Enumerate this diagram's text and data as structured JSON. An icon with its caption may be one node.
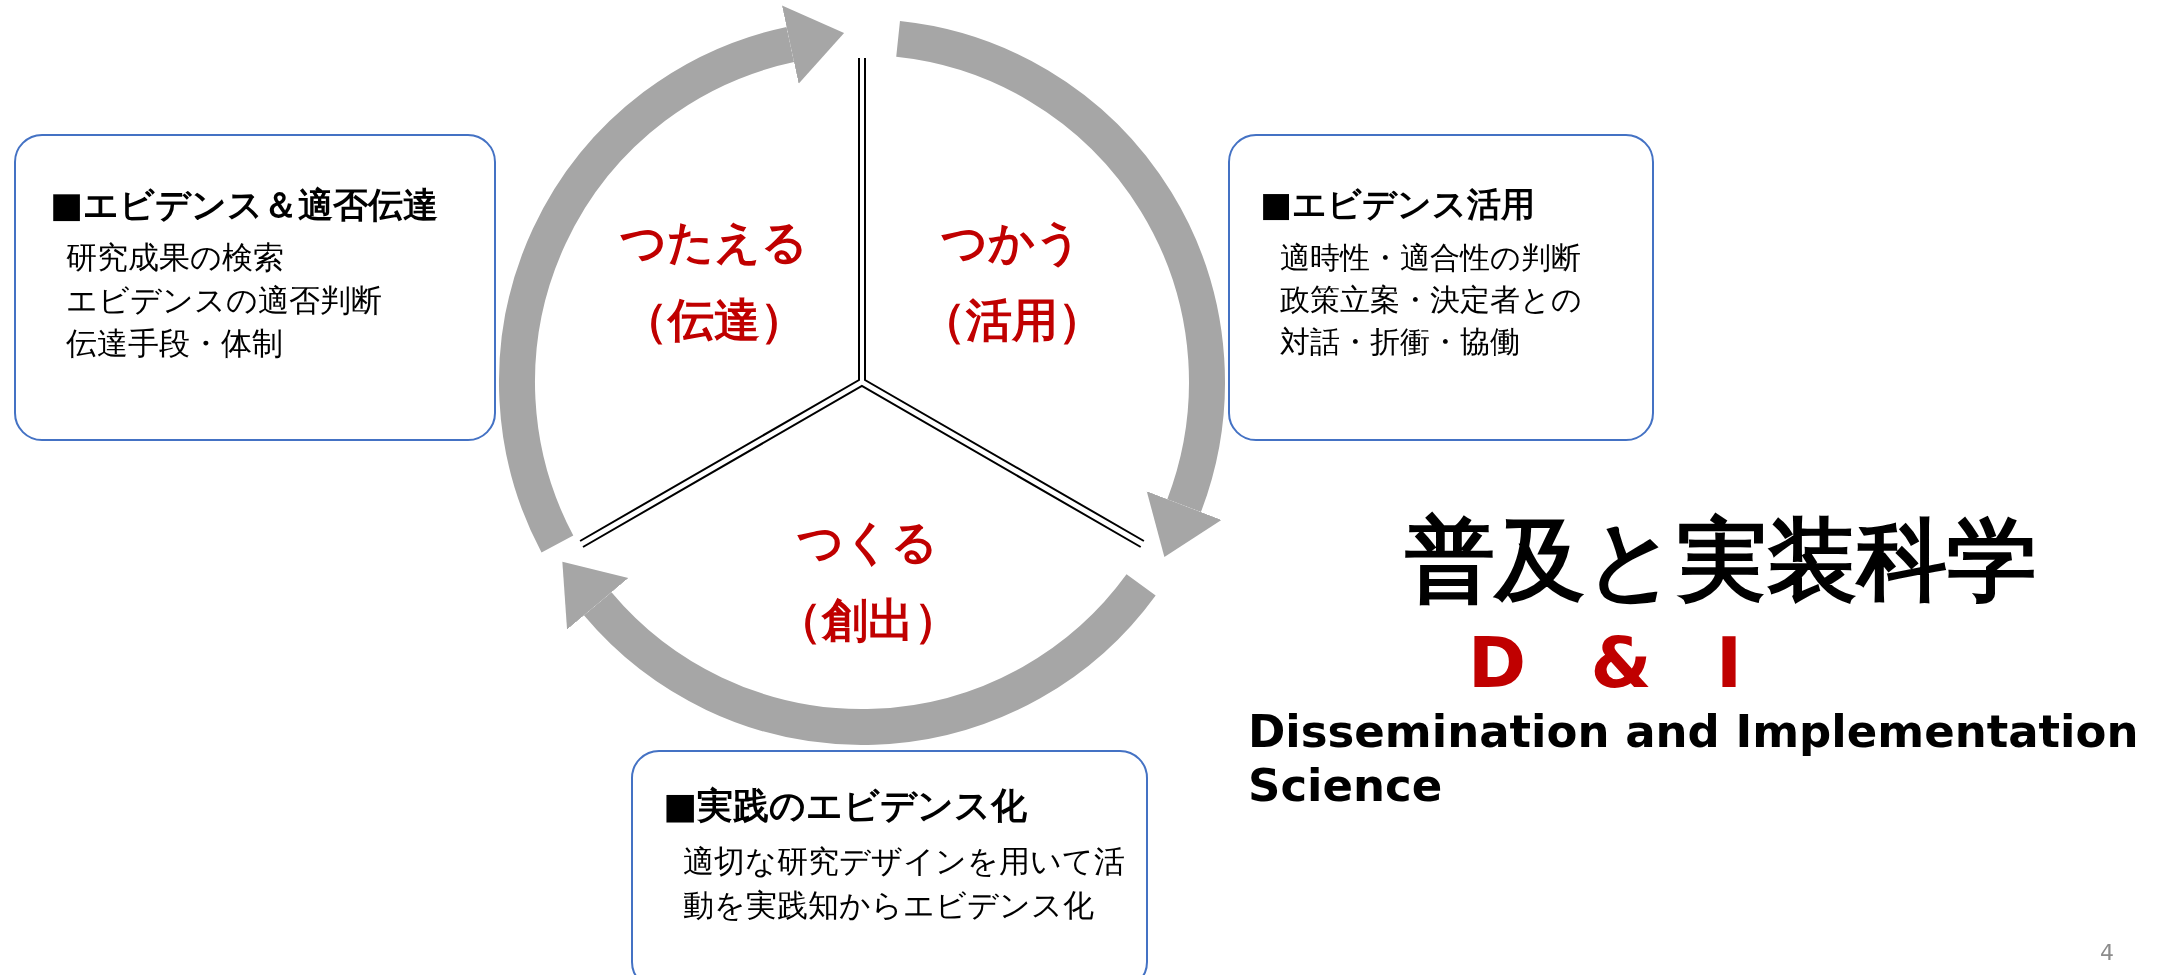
{
  "diagram": {
    "nodes": [
      {
        "text": [
          "つたえる",
          "（伝達）"
        ]
      },
      {
        "text": [
          "つかう",
          "（活用）"
        ]
      },
      {
        "text": [
          "つくる",
          "（創出）"
        ]
      },
      {
        "text": [
          "■エビデンス＆適否伝達",
          "研究成果の検索",
          "エビデンスの適否判断",
          "伝達手段・体制"
        ]
      },
      {
        "text": [
          "■エビデンス活用",
          "適時性・適合性の判断",
          "政策立案・決定者との対話・折衝・協働"
        ]
      },
      {
        "text": [
          "■実践のエビデンス化",
          "適切な研究デザインを用いて活動を実践知からエビデンス化"
        ]
      }
    ],
    "edges": [
      {
        "from": 0,
        "to": 1,
        "arrow": "to"
      },
      {
        "from": 1,
        "to": 2,
        "arrow": "to"
      },
      {
        "from": 2,
        "to": 0,
        "arrow": "to"
      }
    ],
    "labels": [
      "普及と実装科学",
      "D & I",
      "**D**issemination **and** **I**mplementation Science",
      "4"
    ]
  }
}
